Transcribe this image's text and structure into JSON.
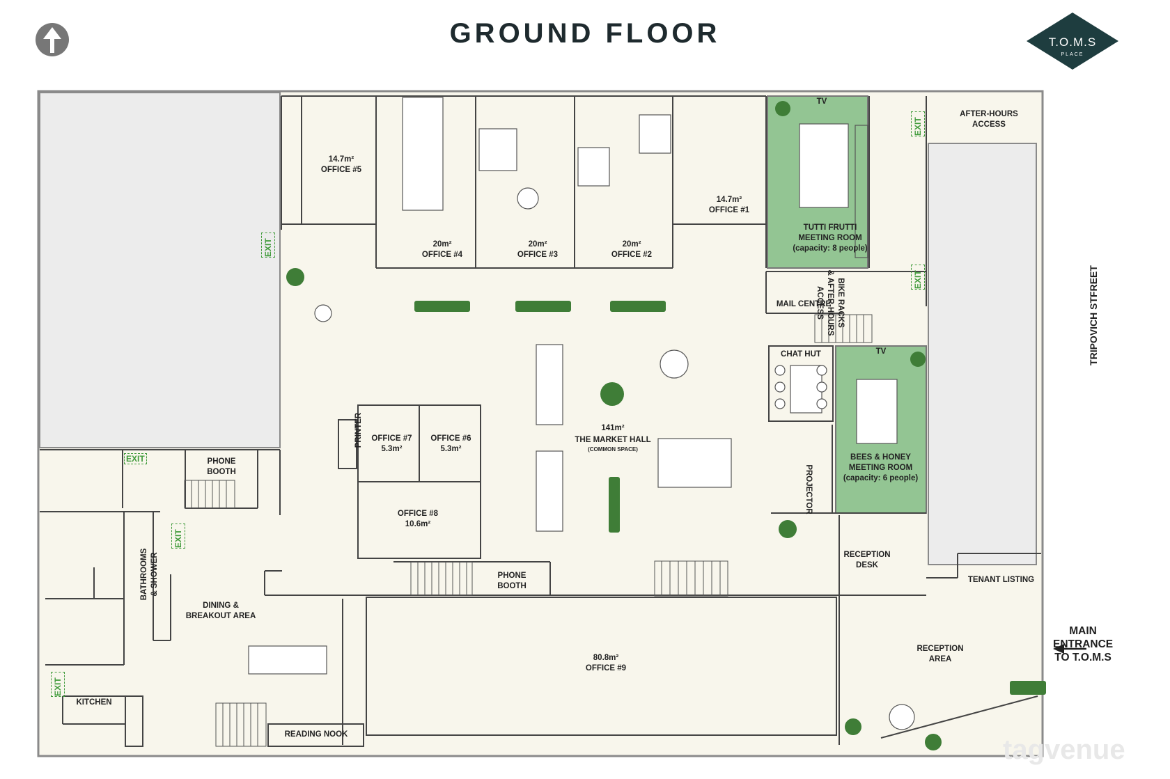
{
  "header": {
    "title": "GROUND FLOOR"
  },
  "logo": {
    "name": "T.O.M.S",
    "sub": "PLACE",
    "color": "#1e3d3f"
  },
  "colors": {
    "floor": "#f8f6ec",
    "meeting": "#93c593",
    "greyzone": "#ececec",
    "wall": "#8a8a8a"
  },
  "rooms": {
    "office5": "14.7m²\nOFFICE #5",
    "office4": "20m²\nOFFICE #4",
    "office3": "20m²\nOFFICE #3",
    "office2": "20m²\nOFFICE #2",
    "office1": "14.7m²\nOFFICE #1",
    "tutti": "TUTTI FRUTTI\nMEETING ROOM\n(capacity: 8 people)",
    "tutti_tv": "TV",
    "bike": "BIKE RACKS\n& AFTER-HOURS\nACCESS",
    "afterhours": "AFTER-HOURS\nACCESS",
    "mail": "MAIL CENTRE",
    "chathut": "CHAT HUT",
    "bees_tv": "TV",
    "bees": "BEES & HONEY\nMEETING ROOM\n(capacity: 6 people)",
    "projector": "PROJECTOR",
    "market_area": "141m²",
    "market": "THE MARKET HALL",
    "market_sub": "(COMMON SPACE)",
    "printer": "PRINTER",
    "office7": "OFFICE #7\n5.3m²",
    "office6": "OFFICE #6\n5.3m²",
    "office8": "OFFICE #8\n10.6m²",
    "phone1": "PHONE\nBOOTH",
    "phone2": "PHONE\nBOOTH",
    "bathrooms": "BATHROOMS\n& SHOWER",
    "dining": "DINING &\nBREAKOUT AREA",
    "kitchen": "KITCHEN",
    "reading": "READING NOOK",
    "office9": "80.8m²\nOFFICE #9",
    "reception_desk": "RECEPTION\nDESK",
    "reception_area": "RECEPTION\nAREA",
    "tenant": "TENANT LISTING"
  },
  "exits": [
    "EXIT",
    "EXIT",
    "EXIT",
    "EXIT",
    "EXIT",
    "EXIT"
  ],
  "street": "TRIPOVICH STFREET",
  "entrance": "MAIN\nENTRANCE\nTO T.O.M.S",
  "watermark": "tagvenue"
}
